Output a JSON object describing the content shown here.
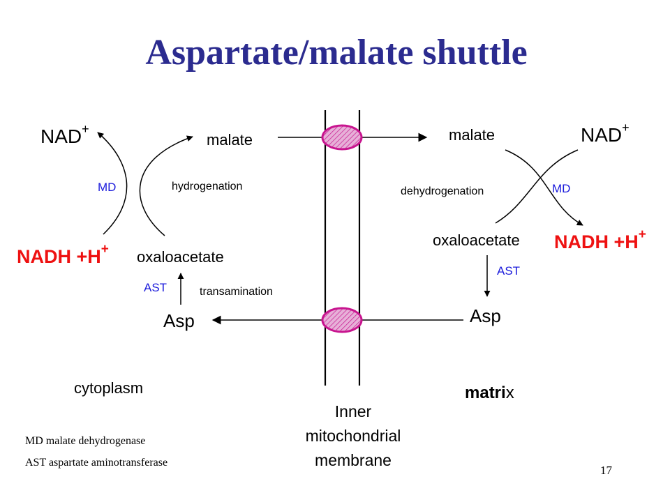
{
  "title": "Aspartate/malate shuttle",
  "slide_number": "17",
  "colors": {
    "title": "#2b2b8f",
    "md": "#1a1adb",
    "ast": "#1a1adb",
    "nadh": "#ee1111",
    "channel_stroke": "#c8158f",
    "channel_fill": "#e7b0d8",
    "line": "#000000"
  },
  "cytoplasm_side": {
    "nad": "NAD",
    "nad_charge": "+",
    "malate": "malate",
    "md": "MD",
    "hydrogenation": "hydrogenation",
    "nadh": "NADH +H",
    "nadh_charge": "+",
    "oxaloacetate": "oxaloacetate",
    "ast": "AST",
    "transamination": "transamination",
    "asp": "Asp",
    "compartment": "cytoplasm"
  },
  "matrix_side": {
    "malate": "malate",
    "nad": "NAD",
    "nad_charge": "+",
    "dehydrogenation": "dehydrogenation",
    "md": "MD",
    "oxaloacetate": "oxaloacetate",
    "nadh": "NADH +H",
    "nadh_charge": "+",
    "ast": "AST",
    "asp": "Asp",
    "compartment_bold": "matri",
    "compartment_rest": "x"
  },
  "membrane": {
    "line1": "Inner",
    "line2": "mitochondrial",
    "line3": "membrane"
  },
  "legend": {
    "md": "MD malate dehydrogenase",
    "ast": "AST aspartate aminotransferase"
  }
}
